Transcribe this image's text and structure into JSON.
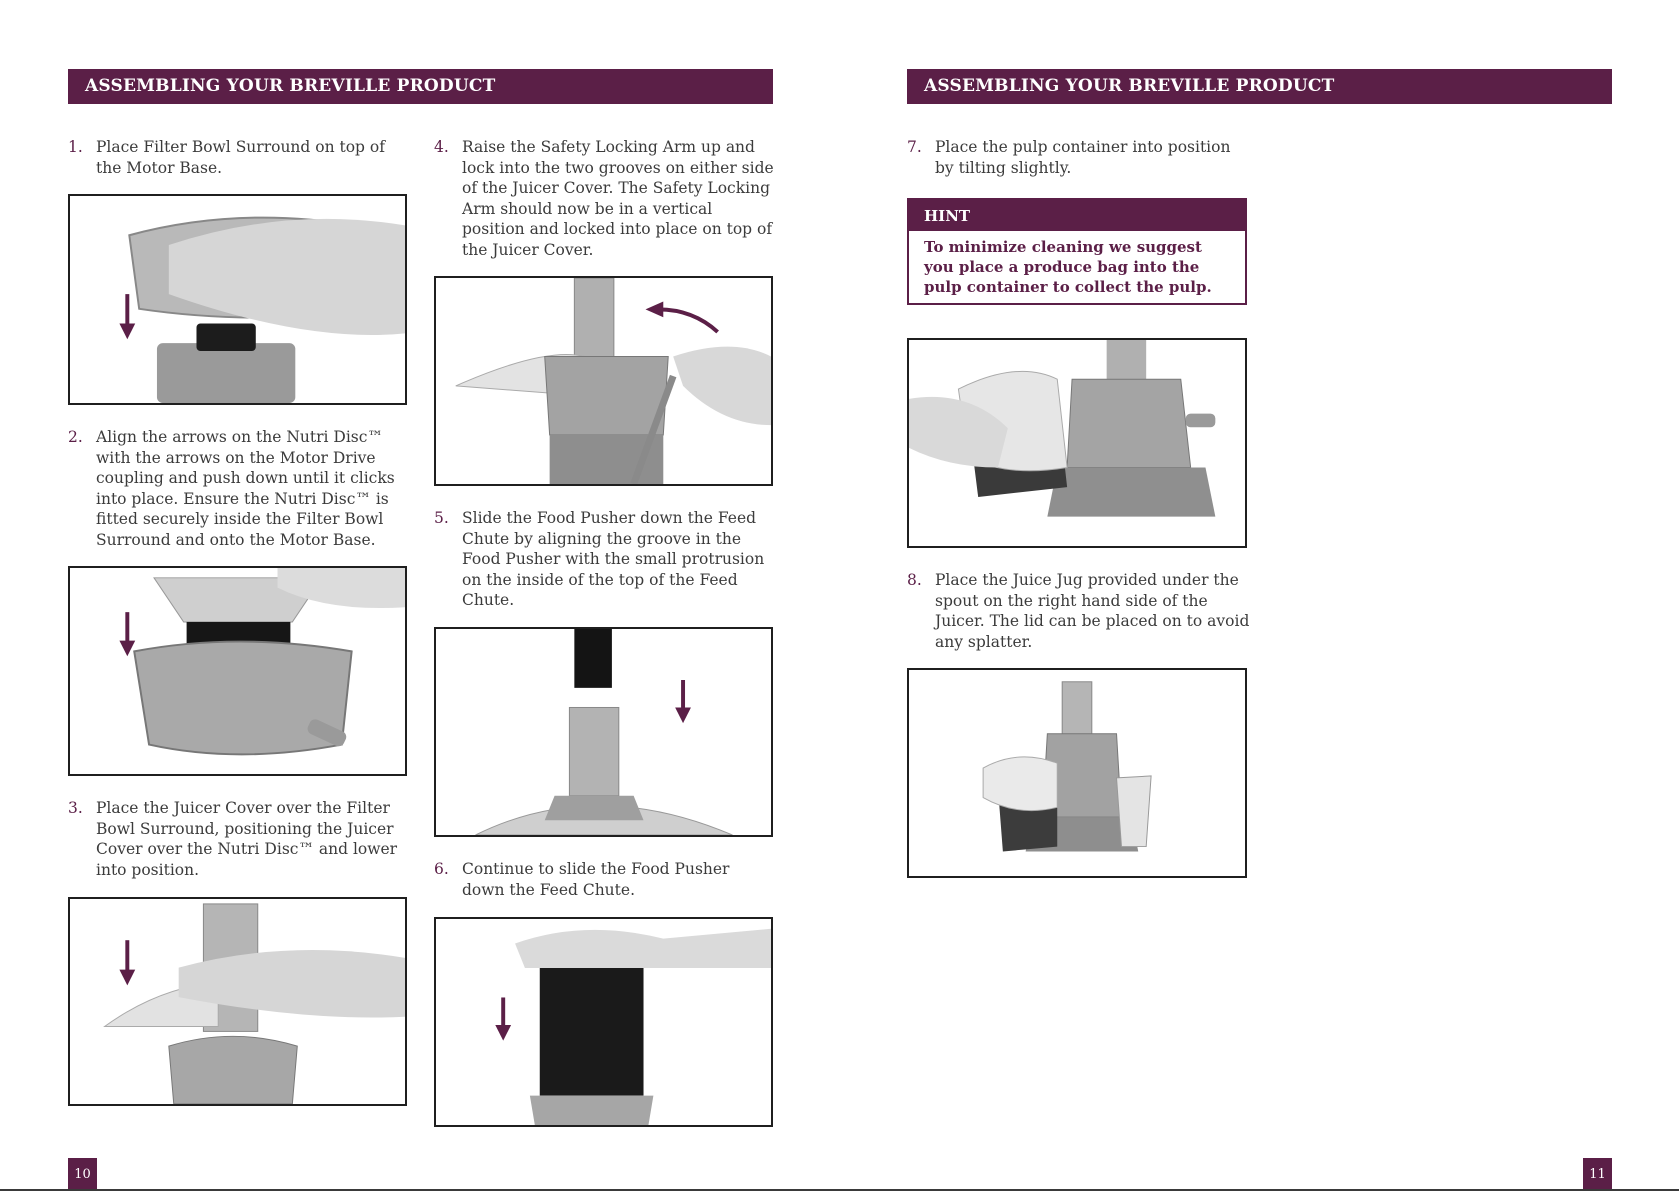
{
  "left_page": {
    "header": "ASSEMBLING YOUR BREVILLE PRODUCT",
    "steps": [
      {
        "num": "1.",
        "text": "Place Filter Bowl Surround on top of the Motor Base."
      },
      {
        "num": "2.",
        "text": "Align the arrows on the Nutri Disc™ with the arrows on the Motor Drive coupling and push down until it clicks into place. Ensure the Nutri Disc™ is fitted securely inside the Filter Bowl Surround and onto the Motor Base."
      },
      {
        "num": "3.",
        "text": "Place the Juicer Cover over the Filter Bowl Surround, positioning the Juicer Cover over the Nutri Disc™ and lower into position."
      },
      {
        "num": "4.",
        "text": "Raise the Safety Locking Arm up and lock into the two grooves on either side of the Juicer Cover. The Safety Locking Arm should now be in a vertical position and locked into place on top of the Juicer Cover."
      },
      {
        "num": "5.",
        "text": "Slide the Food Pusher down the Feed Chute by aligning the groove in the Food Pusher with the small protrusion on the inside of the top of the Feed Chute."
      },
      {
        "num": "6.",
        "text": "Continue to slide the Food Pusher down the Feed Chute."
      }
    ],
    "page_number": "10"
  },
  "right_page": {
    "header": "ASSEMBLING YOUR BREVILLE PRODUCT",
    "steps": [
      {
        "num": "7.",
        "text": "Place the pulp container into position by tilting slightly."
      },
      {
        "num": "8.",
        "text": "Place the Juice Jug provided under the spout on the right hand side of the Juicer. The lid can be placed on to avoid any splatter."
      }
    ],
    "hint": {
      "title": "HINT",
      "text": "To minimize cleaning we suggest you place a produce bag into the pulp container to collect the pulp."
    },
    "page_number": "11"
  },
  "colors": {
    "accent": "#5b1f47",
    "text": "#3b3b3b",
    "border": "#1f1f1f"
  }
}
